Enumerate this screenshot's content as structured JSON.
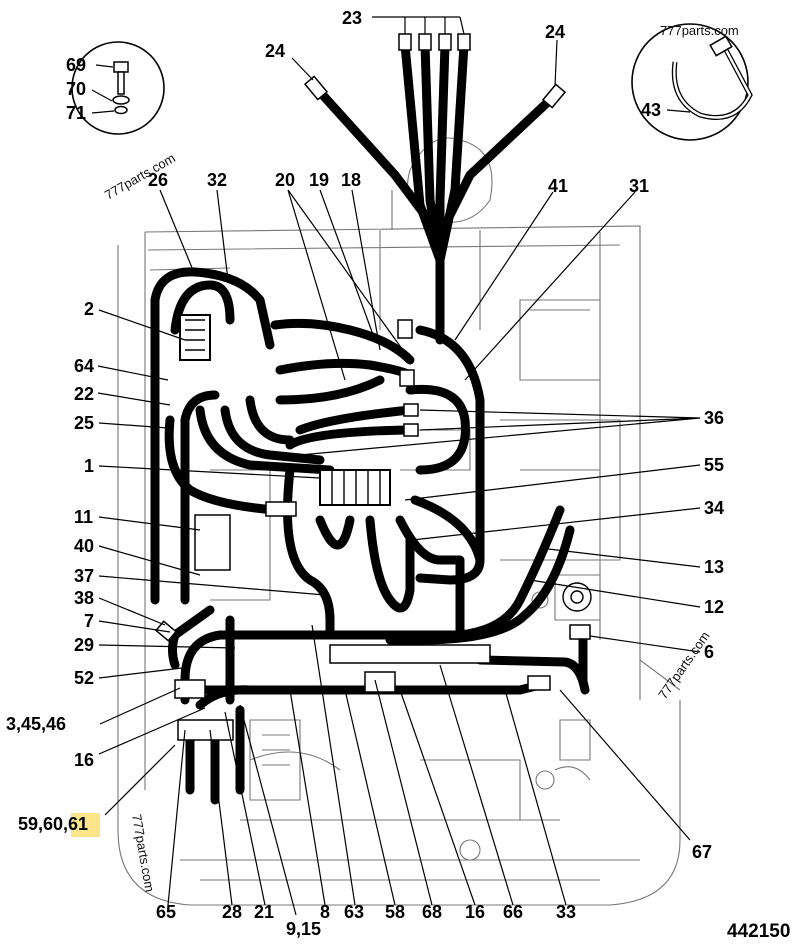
{
  "drawing": {
    "reference_number": "442150",
    "watermark": "777parts.com"
  },
  "callouts": {
    "c23": "23",
    "c24a": "24",
    "c24b": "24",
    "c69": "69",
    "c70": "70",
    "c71": "71",
    "c43": "43",
    "c26": "26",
    "c32": "32",
    "c20": "20",
    "c19": "19",
    "c18": "18",
    "c41": "41",
    "c31": "31",
    "c2": "2",
    "c64": "64",
    "c22": "22",
    "c25": "25",
    "c36": "36",
    "c1": "1",
    "c55": "55",
    "c11": "11",
    "c34": "34",
    "c40": "40",
    "c13": "13",
    "c37": "37",
    "c12": "12",
    "c38": "38",
    "c7": "7",
    "c29": "29",
    "c6": "6",
    "c52": "52",
    "c34546": "3,45,46",
    "c16a": "16",
    "c596061_pre": "59,60,",
    "c596061_hl": "61",
    "c67": "67",
    "b65": "65",
    "b28": "28",
    "b21": "21",
    "b915": "9,15",
    "b8": "8",
    "b63": "63",
    "b58": "58",
    "b68": "68",
    "b16": "16",
    "b66": "66",
    "b33": "33"
  }
}
